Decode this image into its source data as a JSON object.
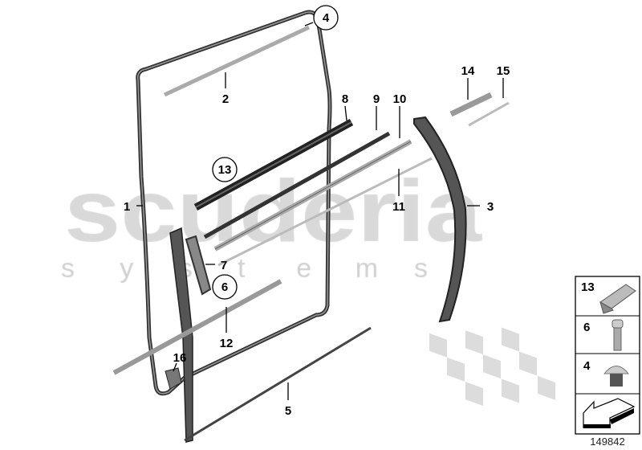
{
  "watermark": {
    "line1": "scuderia",
    "line2": "s y s t e m s"
  },
  "callouts": [
    {
      "label": "1",
      "circled": false
    },
    {
      "label": "2",
      "circled": false
    },
    {
      "label": "3",
      "circled": false
    },
    {
      "label": "4",
      "circled": true
    },
    {
      "label": "5",
      "circled": false
    },
    {
      "label": "6",
      "circled": true
    },
    {
      "label": "7",
      "circled": false
    },
    {
      "label": "8",
      "circled": false
    },
    {
      "label": "9",
      "circled": false
    },
    {
      "label": "10",
      "circled": false
    },
    {
      "label": "11",
      "circled": false
    },
    {
      "label": "12",
      "circled": false
    },
    {
      "label": "13",
      "circled": true
    },
    {
      "label": "14",
      "circled": false
    },
    {
      "label": "15",
      "circled": false
    },
    {
      "label": "16",
      "circled": false
    }
  ],
  "legend": [
    {
      "label": "13",
      "icon": "clip-nut-icon"
    },
    {
      "label": "6",
      "icon": "screw-icon"
    },
    {
      "label": "4",
      "icon": "plug-cap-icon"
    },
    {
      "label": "",
      "icon": "direction-arrow-icon"
    }
  ],
  "diagram_number": "149842"
}
